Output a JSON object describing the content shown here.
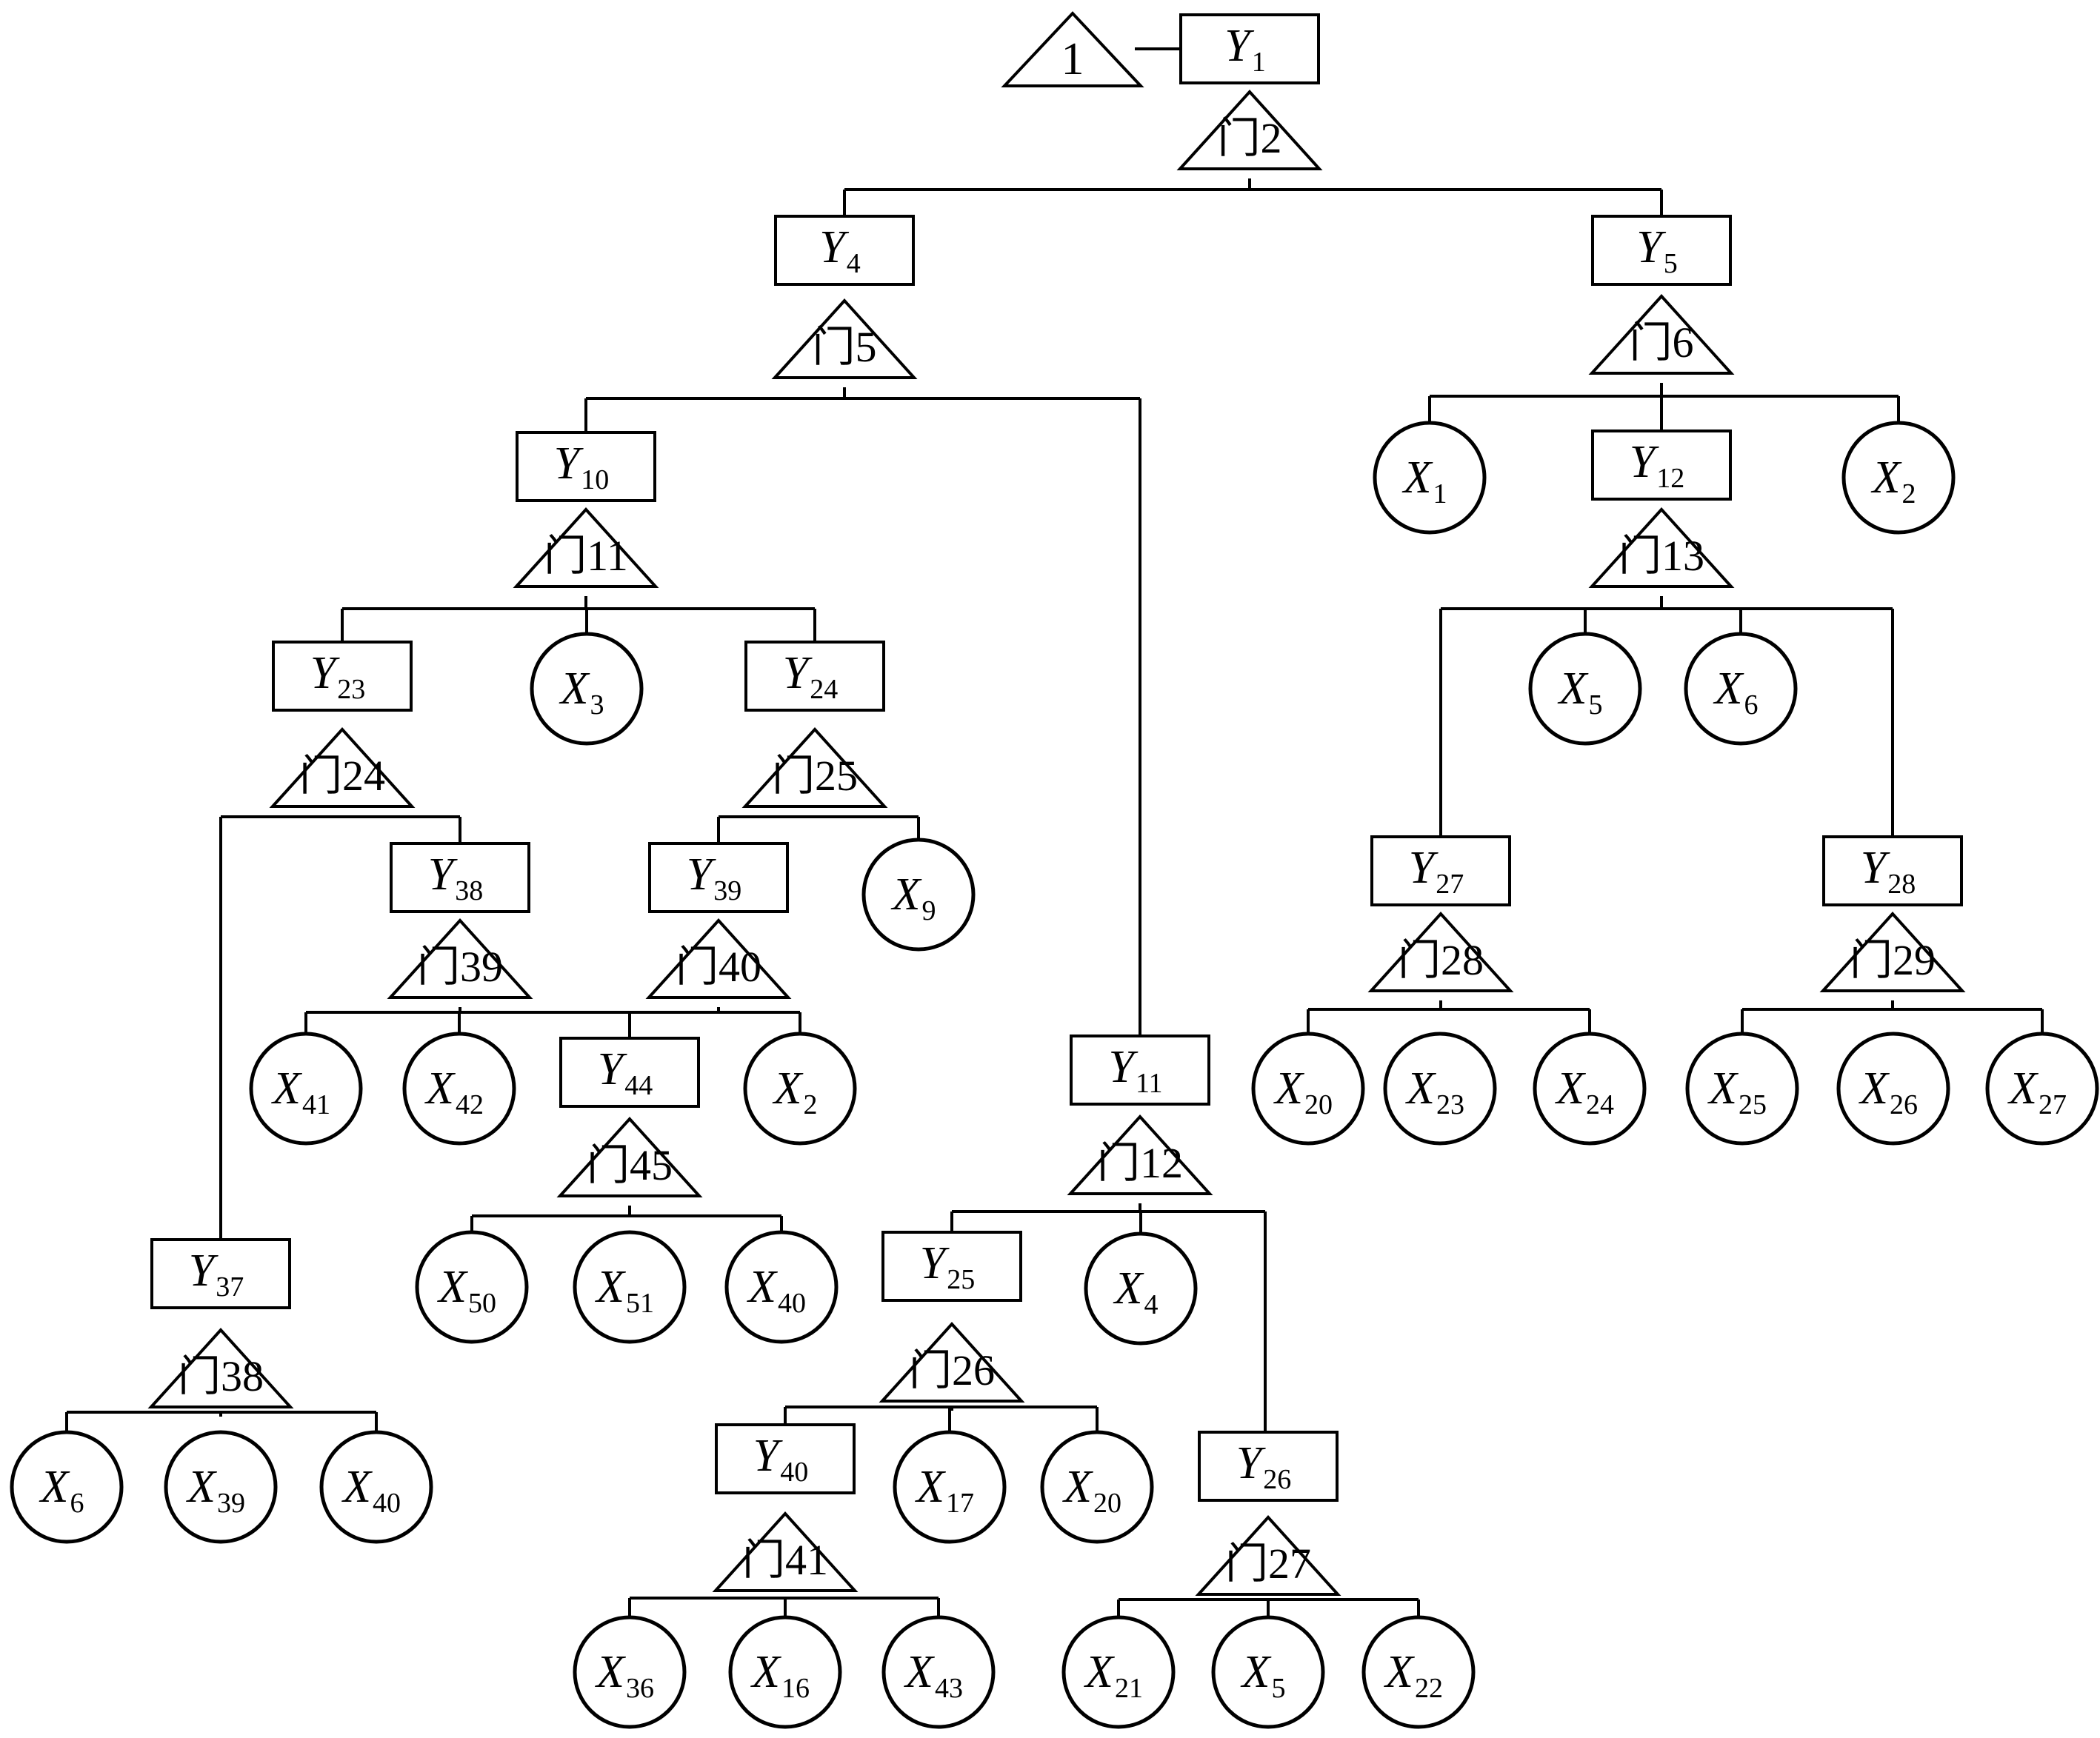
{
  "transfer": {
    "label": "1"
  },
  "events": [
    {
      "id": "Y1",
      "letter": "Y",
      "sub": "1"
    },
    {
      "id": "Y4",
      "letter": "Y",
      "sub": "4"
    },
    {
      "id": "Y5",
      "letter": "Y",
      "sub": "5"
    },
    {
      "id": "Y10",
      "letter": "Y",
      "sub": "10"
    },
    {
      "id": "Y11",
      "letter": "Y",
      "sub": "11"
    },
    {
      "id": "Y12",
      "letter": "Y",
      "sub": "12"
    },
    {
      "id": "Y23",
      "letter": "Y",
      "sub": "23"
    },
    {
      "id": "Y24",
      "letter": "Y",
      "sub": "24"
    },
    {
      "id": "Y27",
      "letter": "Y",
      "sub": "27"
    },
    {
      "id": "Y28",
      "letter": "Y",
      "sub": "28"
    },
    {
      "id": "Y38",
      "letter": "Y",
      "sub": "38"
    },
    {
      "id": "Y39",
      "letter": "Y",
      "sub": "39"
    },
    {
      "id": "Y44",
      "letter": "Y",
      "sub": "44"
    },
    {
      "id": "Y37",
      "letter": "Y",
      "sub": "37"
    },
    {
      "id": "Y25",
      "letter": "Y",
      "sub": "25"
    },
    {
      "id": "Y40",
      "letter": "Y",
      "sub": "40"
    },
    {
      "id": "Y26",
      "letter": "Y",
      "sub": "26"
    }
  ],
  "gates": [
    {
      "id": "G2",
      "label": "门2"
    },
    {
      "id": "G5",
      "label": "门5"
    },
    {
      "id": "G6",
      "label": "门6"
    },
    {
      "id": "G11",
      "label": "门11"
    },
    {
      "id": "G13",
      "label": "门13"
    },
    {
      "id": "G24",
      "label": "门24"
    },
    {
      "id": "G25",
      "label": "门25"
    },
    {
      "id": "G28",
      "label": "门28"
    },
    {
      "id": "G29",
      "label": "门29"
    },
    {
      "id": "G39",
      "label": "门39"
    },
    {
      "id": "G40",
      "label": "门40"
    },
    {
      "id": "G45",
      "label": "门45"
    },
    {
      "id": "G12",
      "label": "门12"
    },
    {
      "id": "G38",
      "label": "门38"
    },
    {
      "id": "G26",
      "label": "门26"
    },
    {
      "id": "G41",
      "label": "门41"
    },
    {
      "id": "G27",
      "label": "门27"
    }
  ],
  "basic_events": [
    {
      "id": "c1",
      "letter": "X",
      "sub": "1"
    },
    {
      "id": "c2",
      "letter": "X",
      "sub": "2"
    },
    {
      "id": "c3",
      "letter": "X",
      "sub": "3"
    },
    {
      "id": "c4",
      "letter": "X",
      "sub": "5"
    },
    {
      "id": "c5",
      "letter": "X",
      "sub": "6"
    },
    {
      "id": "c6",
      "letter": "X",
      "sub": "9"
    },
    {
      "id": "c7",
      "letter": "X",
      "sub": "41"
    },
    {
      "id": "c8",
      "letter": "X",
      "sub": "42"
    },
    {
      "id": "c9",
      "letter": "X",
      "sub": "2"
    },
    {
      "id": "c10",
      "letter": "X",
      "sub": "20"
    },
    {
      "id": "c11",
      "letter": "X",
      "sub": "23"
    },
    {
      "id": "c12",
      "letter": "X",
      "sub": "24"
    },
    {
      "id": "c13",
      "letter": "X",
      "sub": "25"
    },
    {
      "id": "c14",
      "letter": "X",
      "sub": "26"
    },
    {
      "id": "c15",
      "letter": "X",
      "sub": "27"
    },
    {
      "id": "c16",
      "letter": "X",
      "sub": "50"
    },
    {
      "id": "c17",
      "letter": "X",
      "sub": "51"
    },
    {
      "id": "c18",
      "letter": "X",
      "sub": "40"
    },
    {
      "id": "c19",
      "letter": "X",
      "sub": "4"
    },
    {
      "id": "c20",
      "letter": "X",
      "sub": "6"
    },
    {
      "id": "c21",
      "letter": "X",
      "sub": "39"
    },
    {
      "id": "c22",
      "letter": "X",
      "sub": "40"
    },
    {
      "id": "c23",
      "letter": "X",
      "sub": "17"
    },
    {
      "id": "c24",
      "letter": "X",
      "sub": "20"
    },
    {
      "id": "c25",
      "letter": "X",
      "sub": "36"
    },
    {
      "id": "c26",
      "letter": "X",
      "sub": "16"
    },
    {
      "id": "c27",
      "letter": "X",
      "sub": "43"
    },
    {
      "id": "c28",
      "letter": "X",
      "sub": "21"
    },
    {
      "id": "c29",
      "letter": "X",
      "sub": "5"
    },
    {
      "id": "c30",
      "letter": "X",
      "sub": "22"
    }
  ],
  "colors": {
    "stroke": "#000000",
    "background": "#ffffff"
  }
}
